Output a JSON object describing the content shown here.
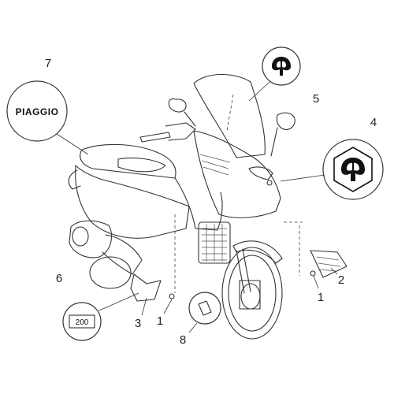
{
  "brand": {
    "wordmark": "PIAGGIO",
    "plate_text": "200"
  },
  "callouts": [
    {
      "id": "c7",
      "label": "7"
    },
    {
      "id": "c5",
      "label": "5"
    },
    {
      "id": "c4",
      "label": "4"
    },
    {
      "id": "c6",
      "label": "6"
    },
    {
      "id": "c3",
      "label": "3"
    },
    {
      "id": "c1a",
      "label": "1"
    },
    {
      "id": "c8",
      "label": "8"
    },
    {
      "id": "c1b",
      "label": "1"
    },
    {
      "id": "c2",
      "label": "2"
    }
  ],
  "icons": {
    "small_badge": "piaggio-emblem-icon",
    "large_badge": "piaggio-emblem-icon"
  }
}
